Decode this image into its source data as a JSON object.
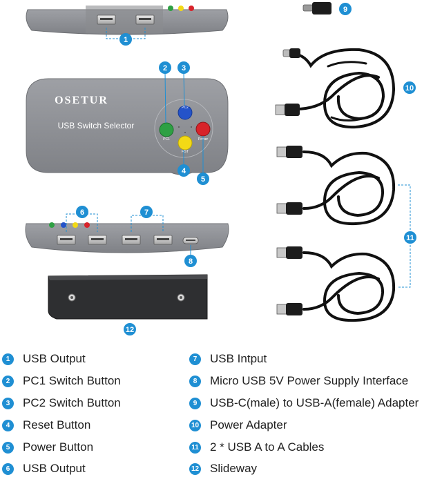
{
  "device": {
    "brand": "OSETUR",
    "model_label": "USB  Switch Selector",
    "buttons": {
      "pc2": "PC2",
      "pc1": "PC1",
      "rst": "RST",
      "power": "Power"
    }
  },
  "colors": {
    "callout": "#1f8fd3",
    "device_body": "#8f9196",
    "btn_green": "#2ea043",
    "btn_blue": "#2453c9",
    "btn_yellow": "#f2d916",
    "btn_red": "#d8232a"
  },
  "callouts": [
    "1",
    "2",
    "3",
    "4",
    "5",
    "6",
    "7",
    "8",
    "9",
    "10",
    "11",
    "12"
  ],
  "legend": [
    {
      "num": "1",
      "text": "USB Output"
    },
    {
      "num": "2",
      "text": "PC1 Switch Button"
    },
    {
      "num": "3",
      "text": "PC2 Switch Button"
    },
    {
      "num": "4",
      "text": "Reset Button"
    },
    {
      "num": "5",
      "text": "Power Button"
    },
    {
      "num": "6",
      "text": "USB Output"
    },
    {
      "num": "7",
      "text": "USB Intput"
    },
    {
      "num": "8",
      "text": "Micro USB 5V Power Supply Interface"
    },
    {
      "num": "9",
      "text": "USB-C(male) to USB-A(female) Adapter"
    },
    {
      "num": "10",
      "text": "Power Adapter"
    },
    {
      "num": "11",
      "text": "2 * USB A to A Cables"
    },
    {
      "num": "12",
      "text": "Slideway"
    }
  ]
}
